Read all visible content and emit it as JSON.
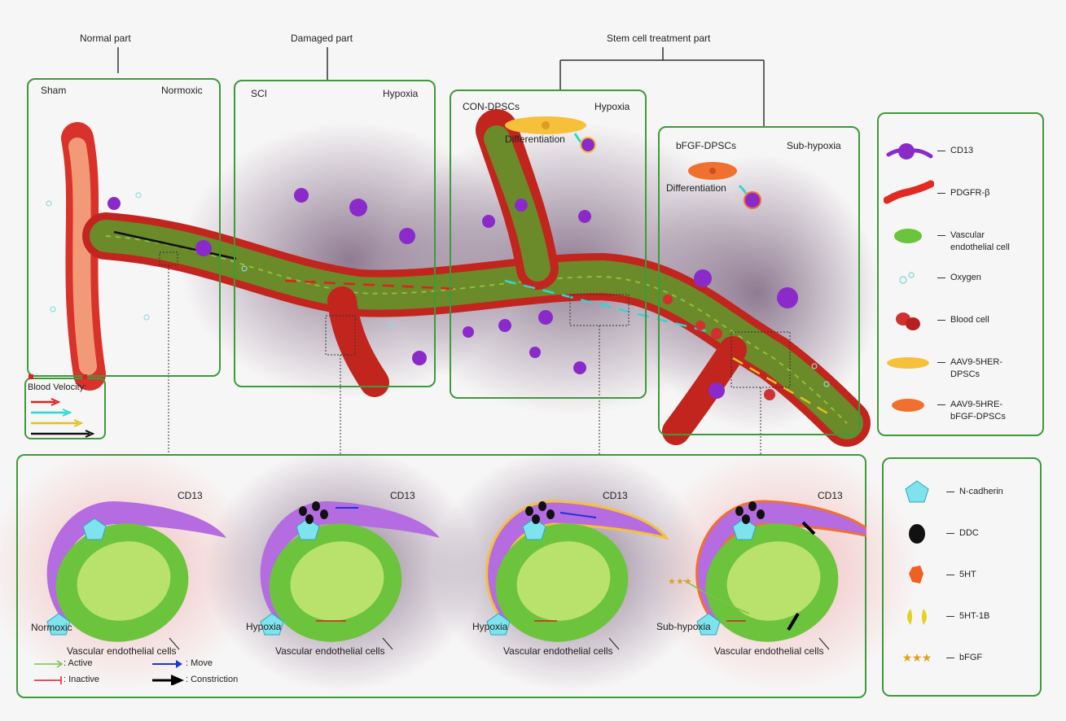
{
  "top_labels": {
    "normal": "Normal part",
    "damaged": "Damaged part",
    "stem": "Stem cell treatment part"
  },
  "panels": {
    "sham": {
      "left": "Sham",
      "right": "Normoxic"
    },
    "sci": {
      "left": "SCI",
      "right": "Hypoxia"
    },
    "con": {
      "left": "CON-DPSCs",
      "right": "Hypoxia",
      "diff": "Differentiation"
    },
    "bfgf": {
      "left": "bFGF-DPSCs",
      "right": "Sub-hypoxia",
      "diff": "Differentiation"
    }
  },
  "blood_velocity": {
    "title": "Blood Velocity:",
    "arrows": [
      {
        "color": "#e02020"
      },
      {
        "color": "#30d6d6"
      },
      {
        "color": "#e0c020"
      },
      {
        "color": "#111111"
      }
    ]
  },
  "legend_top": [
    {
      "icon": "cd13-cell-icon",
      "label": "CD13"
    },
    {
      "icon": "pdgfr-cell-icon",
      "label": "PDGFR-β"
    },
    {
      "icon": "endothelial-cell-icon",
      "label": "Vascular endothelial cell"
    },
    {
      "icon": "oxygen-icon",
      "label": "Oxygen"
    },
    {
      "icon": "blood-cell-icon",
      "label": "Blood cell"
    },
    {
      "icon": "aav9-5her-dpsc-icon",
      "label": "AAV9-5HER-DPSCs"
    },
    {
      "icon": "aav9-5hre-bfgf-dpsc-icon",
      "label": "AAV9-5HRE-bFGF-DPSCs"
    }
  ],
  "legend_bottom": [
    {
      "icon": "n-cadherin-icon",
      "label": "N-cadherin"
    },
    {
      "icon": "ddc-icon",
      "label": "DDC"
    },
    {
      "icon": "5ht-icon",
      "label": "5HT"
    },
    {
      "icon": "5ht-1b-icon",
      "label": "5HT-1B"
    },
    {
      "icon": "bfgf-icon",
      "label": "bFGF"
    }
  ],
  "detail": {
    "cd13": "CD13",
    "vec": "Vascular endothelial cells",
    "state1": "Normoxic",
    "state2": "Hypoxia",
    "state3": "Hypoxia",
    "state4": "Sub-hypoxia"
  },
  "arrow_legend": {
    "active": ": Active",
    "move": ": Move",
    "inactive": ": Inactive",
    "constriction": ": Constriction"
  },
  "colors": {
    "frame_green": "#3e9a3a",
    "cd13_purple": "#8a2bc9",
    "pdgfr_red": "#e02a22",
    "endothelial_green": "#6cc43c",
    "n_cadherin_cyan": "#7fe3ee",
    "dpsc_yellow": "#f6c03a",
    "dpsc_orange": "#f07030"
  }
}
